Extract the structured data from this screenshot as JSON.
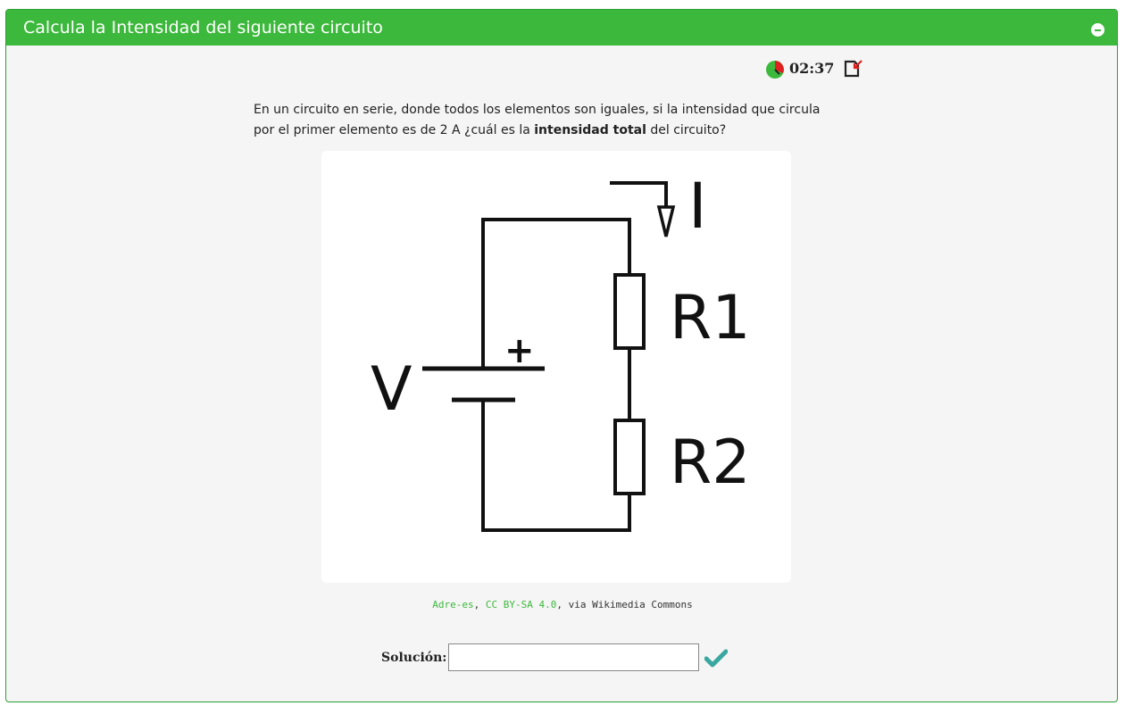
{
  "panel": {
    "title": "Calcula la Intensidad del siguiente circuito"
  },
  "timer": {
    "time": "02:37"
  },
  "question": {
    "text_before": "En un circuito en serie, donde todos los elementos son iguales, si la intensidad que circula por el primer elemento es de 2 A ¿cuál es la ",
    "text_bold": "intensidad total",
    "text_after": " del circuito?"
  },
  "figure": {
    "labels": {
      "current": "I",
      "voltage": "V",
      "plus": "+",
      "r1": "R1",
      "r2": "R2"
    }
  },
  "credit": {
    "author": "Adre-es",
    "sep1": ", ",
    "license": "CC BY-SA 4.0",
    "suffix": ", via Wikimedia Commons"
  },
  "solution": {
    "label": "Solución:",
    "value": ""
  },
  "colors": {
    "header": "#3cb83c",
    "accent": "#3cb83c",
    "check": "#3aa8a0"
  }
}
